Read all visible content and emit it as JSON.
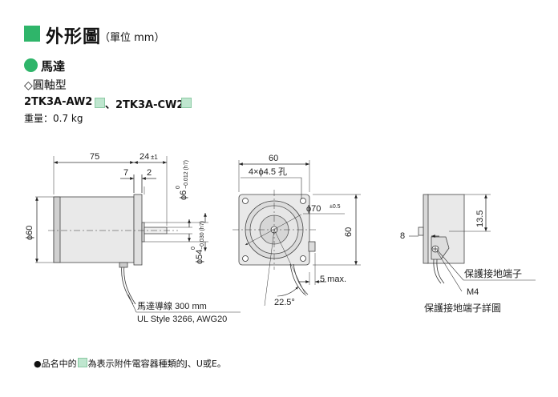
{
  "header": {
    "title": "外形圖",
    "unit": "（單位 mm）",
    "accent_color": "#2fb56a"
  },
  "motor": {
    "heading": "馬達",
    "shaft_type": "◇圓軸型",
    "model_1": "2TK3A-AW2",
    "model_2": "、2TK3A-CW2",
    "weight": "重量：0.7 kg"
  },
  "side_view": {
    "dim_75": "75",
    "dim_24": "24",
    "dim_24_tol": "±1",
    "dim_7": "7",
    "dim_2": "2",
    "dim_shaft_diam": "ϕ6",
    "dim_shaft_tol_upper": "0",
    "dim_shaft_tol_lower": "−0.012 (h7)",
    "dim_body_diam": "ϕ60",
    "dim_pilot_diam": "ϕ54",
    "dim_pilot_tol_upper": "0",
    "dim_pilot_tol_lower": "−0.030 (h7)",
    "lead_label_1": "馬達導線 300 mm",
    "lead_label_2": "UL Style 3266, AWG20"
  },
  "front_view": {
    "dim_width": "60",
    "dim_height": "60",
    "holes": "4×ϕ4.5 孔",
    "pcd": "ϕ70",
    "pcd_tol": "±0.5",
    "angle": "22.5°",
    "max": "5 max."
  },
  "detail_view": {
    "dim_13_5": "13.5",
    "dim_8": "8",
    "screw_label": "M4",
    "terminal_label": "保護接地端子",
    "caption": "保護接地端子詳圖"
  },
  "footnote": {
    "prefix": "●品名中的",
    "suffix": "為表示附件電容器種類的J、U或E。"
  }
}
